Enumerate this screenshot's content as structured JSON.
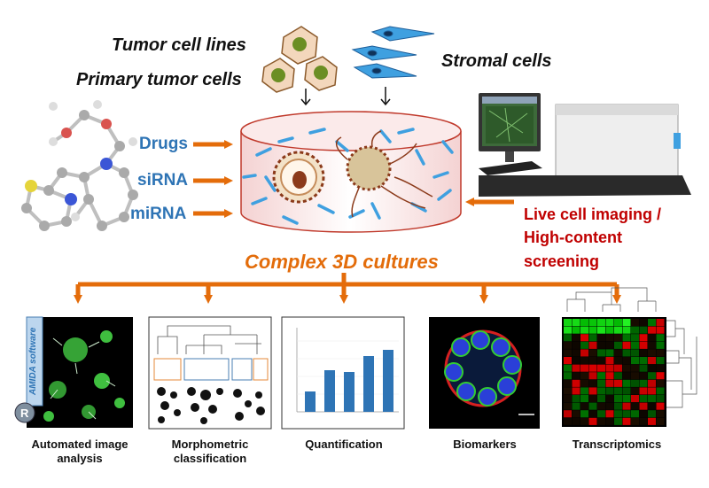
{
  "inputs": {
    "tumor_cell_lines": "Tumor cell lines",
    "primary_tumor_cells": "Primary tumor cells",
    "stromal_cells": "Stromal cells"
  },
  "treatments": [
    "Drugs",
    "siRNA",
    "miRNA"
  ],
  "imaging": {
    "line1": "Live cell imaging /",
    "line2": "High-content",
    "line3": "screening"
  },
  "culture_title": "Complex 3D cultures",
  "software_label": "AMIDA software",
  "outputs": [
    {
      "line1": "Automated image",
      "line2": "analysis"
    },
    {
      "line1": "Morphometric",
      "line2": "classification"
    },
    {
      "line1": "Quantification",
      "line2": ""
    },
    {
      "line1": "Biomarkers",
      "line2": ""
    },
    {
      "line1": "Transcriptomics",
      "line2": ""
    }
  ],
  "colors": {
    "arrow_orange": "#e46c0a",
    "label_blue": "#2e74b5",
    "label_red": "#c00000",
    "dish_outline": "#c0392b",
    "cell_blue": "#3fa0e0",
    "fiber": "#8b3a1a"
  }
}
